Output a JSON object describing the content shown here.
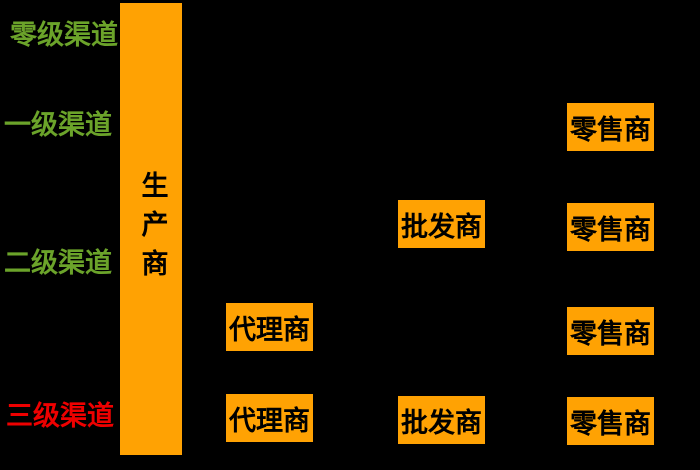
{
  "diagram": {
    "background_color": "#000000",
    "box_color": "#FFA203",
    "box_text_color": "#000000",
    "level_label_green": "#6BA32A",
    "level_label_red": "#EE0000",
    "producer": {
      "label": "生产商"
    },
    "levels": [
      {
        "text": "零级渠道",
        "color": "#6BA32A"
      },
      {
        "text": "一级渠道",
        "color": "#6BA32A"
      },
      {
        "text": "二级渠道",
        "color": "#6BA32A"
      },
      {
        "text": "三级渠道",
        "color": "#EE0000"
      }
    ],
    "boxes": [
      {
        "role": "retailer",
        "label": "零售商"
      },
      {
        "role": "wholesaler",
        "label": "批发商"
      },
      {
        "role": "retailer",
        "label": "零售商"
      },
      {
        "role": "agent",
        "label": "代理商"
      },
      {
        "role": "retailer",
        "label": "零售商"
      },
      {
        "role": "agent",
        "label": "代理商"
      },
      {
        "role": "wholesaler",
        "label": "批发商"
      },
      {
        "role": "retailer",
        "label": "零售商"
      }
    ]
  }
}
